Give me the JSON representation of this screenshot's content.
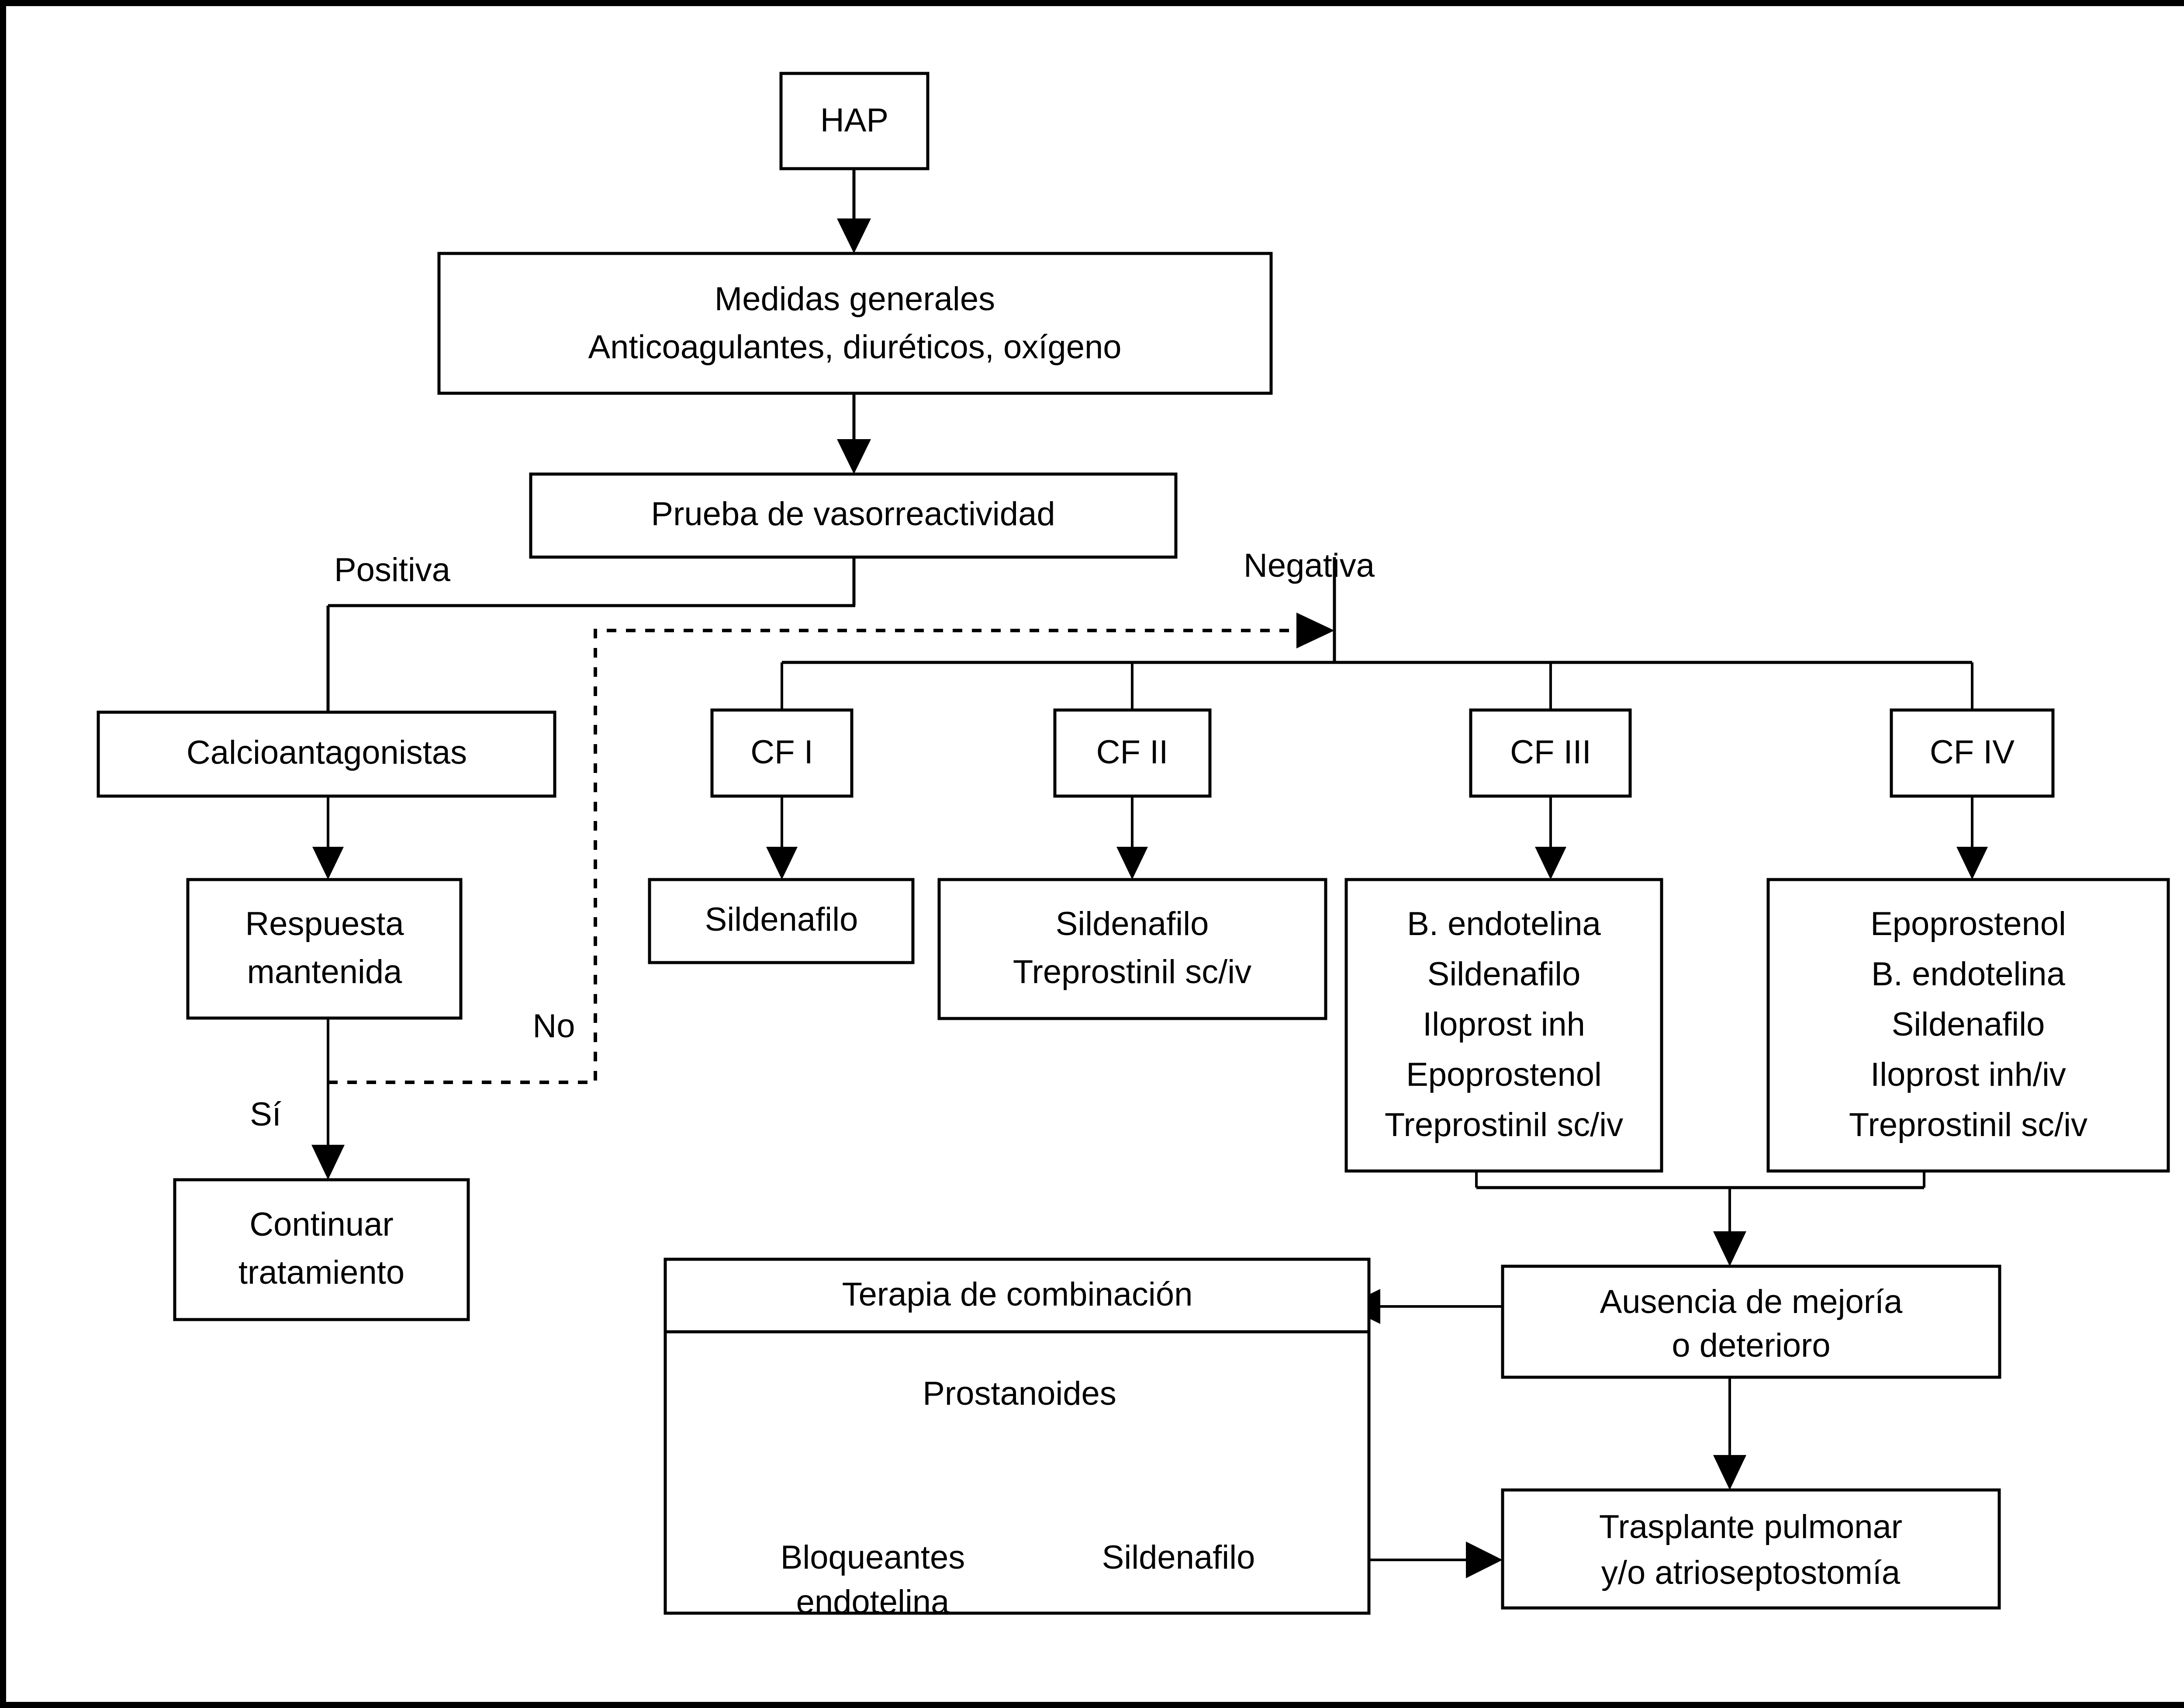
{
  "diagram": {
    "title_hidden": "Algoritmo de tratamiento de la hipertension arterial pulmonar",
    "colors": {
      "background": "#ffffff",
      "stroke": "#000000",
      "text": "#000000",
      "box_fill": "#ffffff"
    },
    "nodes": {
      "hap": {
        "label": "HAP"
      },
      "medidas": {
        "line1": "Medidas generales",
        "line2": "Anticoagulantes, diuréticos, oxígeno"
      },
      "prueba": {
        "label": "Prueba de vasorreactividad"
      },
      "calcioantagonistas": {
        "label": "Calcioantagonistas"
      },
      "respuesta": {
        "line1": "Respuesta",
        "line2": "mantenida"
      },
      "continuar": {
        "line1": "Continuar",
        "line2": "tratamiento"
      },
      "cf1": {
        "label": "CF I"
      },
      "cf2": {
        "label": "CF II"
      },
      "cf3": {
        "label": "CF III"
      },
      "cf4": {
        "label": "CF IV"
      },
      "cf1_tx": {
        "lines": [
          "Sildenafilo"
        ]
      },
      "cf2_tx": {
        "lines": [
          "Sildenafilo",
          "Treprostinil sc/iv"
        ]
      },
      "cf3_tx": {
        "lines": [
          "B. endotelina",
          "Sildenafilo",
          "Iloprost inh",
          "Epoprostenol",
          "Treprostinil sc/iv"
        ]
      },
      "cf4_tx": {
        "lines": [
          "Epoprostenol",
          "B. endotelina",
          "Sildenafilo",
          "Iloprost inh/iv",
          "Treprostinil sc/iv"
        ]
      },
      "ausencia": {
        "line1": "Ausencia de mejoría",
        "line2": "o deterioro"
      },
      "trasplante": {
        "line1": "Trasplante pulmonar",
        "line2": "y/o atrioseptostomía"
      },
      "combinacion": {
        "header": "Terapia de combinación",
        "prostanoides": "Prostanoides",
        "bloqueantes_line1": "Bloqueantes",
        "bloqueantes_line2": "endotelina",
        "sildenafilo": "Sildenafilo"
      }
    },
    "edge_labels": {
      "positiva": "Positiva",
      "negativa": "Negativa",
      "si": "Sí",
      "no": "No"
    }
  }
}
